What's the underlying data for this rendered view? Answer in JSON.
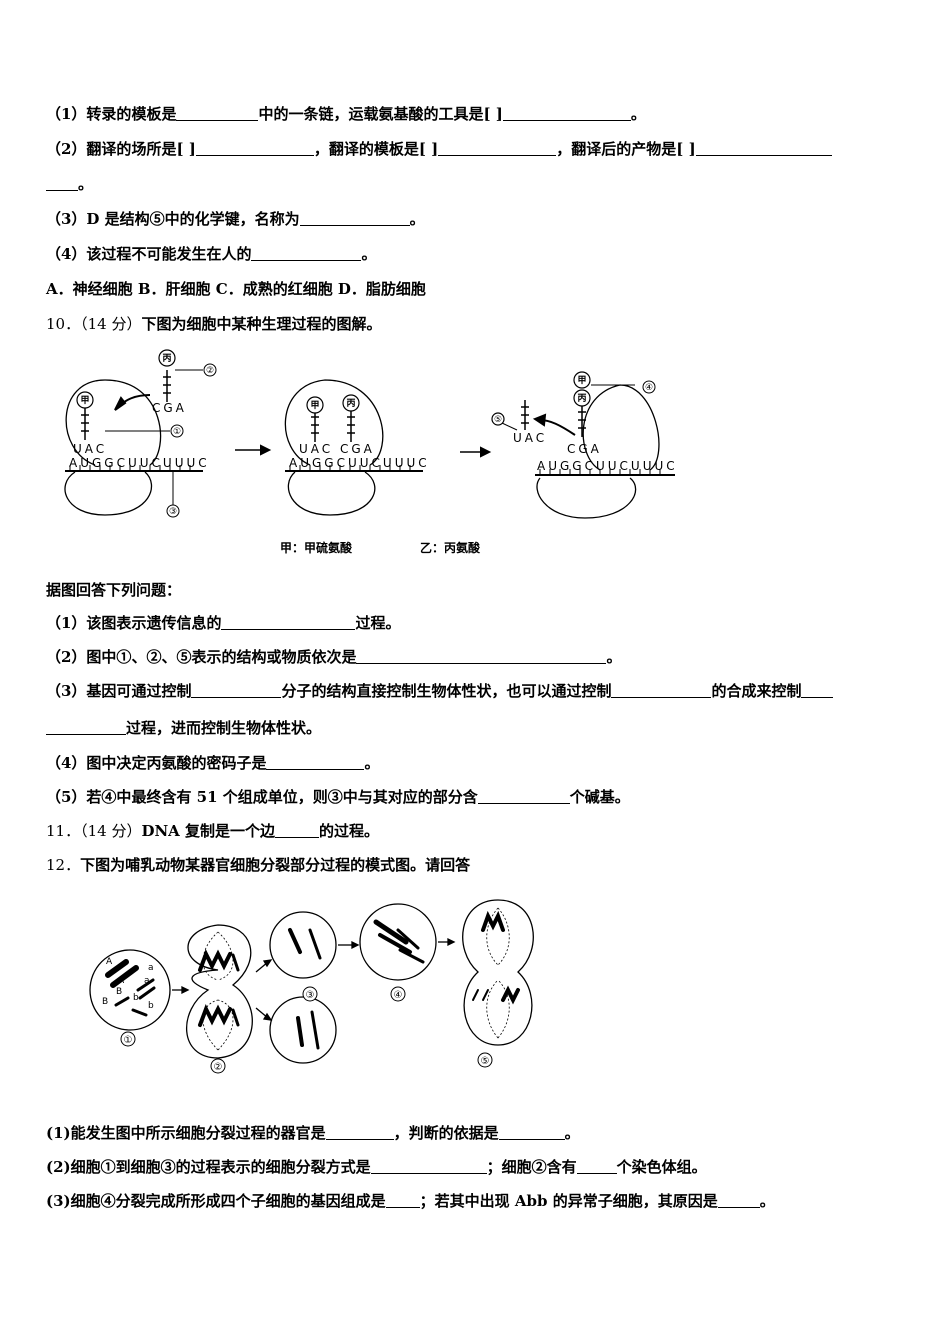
{
  "q9": {
    "s1_a": "（1）转录的模板是",
    "s1_b": "中的一条链，运载氨基酸的工具是[  ]",
    "s1_c": "。",
    "s2_a": "（2）翻译的场所是[    ]",
    "s2_b": "，翻译的模板是[    ]",
    "s2_c": "，翻译后的产物是[    ]",
    "s2_d": "。",
    "s3_a": "（3）D 是结构⑤中的化学键，名称为",
    "s3_b": "。",
    "s4_a": "（4）该过程不可能发生在人的",
    "s4_b": "。",
    "options": "A．神经细胞   B．肝细胞   C．成熟的红细胞   D．脂肪细胞"
  },
  "q10": {
    "num": "10．（14 分）",
    "title": "下图为细胞中某种生理过程的图解。",
    "fig": {
      "label1": "①",
      "label2": "②",
      "label3": "③",
      "label4": "④",
      "label5": "⑤",
      "jia": "甲",
      "bing": "丙",
      "codon_cga": "CGA",
      "codon_uac": "UAC",
      "mrna": "AUGGCUUCUUUC",
      "caption_jia": "甲：甲硫氨酸",
      "caption_yi": "乙：丙氨酸"
    },
    "intro": "据图回答下列问题：",
    "s1_a": "（1）该图表示遗传信息的",
    "s1_b": "过程。",
    "s2_a": "（2）图中①、②、⑤表示的结构或物质依次是",
    "s2_b": "。",
    "s3_a": "（3）基因可通过控制",
    "s3_b": "分子的结构直接控制生物体性状，也可以通过控制",
    "s3_c": "的合成来控制",
    "s3_d": "过程，进而控制生物体性状。",
    "s4_a": "（4）图中决定丙氨酸的密码子是",
    "s4_b": "。",
    "s5_a": "（5）若④中最终含有 51 个组成单位，则③中与其对应的部分含",
    "s5_b": "个碱基。"
  },
  "q11": {
    "num": "11．（14 分）",
    "a": "DNA 复制是一个边",
    "b": "的过程。"
  },
  "q12": {
    "num": "12．",
    "title": "下图为哺乳动物某器官细胞分裂部分过程的模式图。请回答",
    "fig": {
      "c1": "①",
      "c2": "②",
      "c3": "③",
      "c4": "④",
      "c5": "⑤",
      "A": "A",
      "a": "a",
      "B": "B",
      "b": "b"
    },
    "s1_a": "(1)能发生图中所示细胞分裂过程的器官是",
    "s1_b": "，判断的依据是",
    "s1_c": "。",
    "s2_a": "(2)细胞①到细胞③的过程表示的细胞分裂方式是",
    "s2_b": "；细胞②含有",
    "s2_c": "个染色体组。",
    "s3_a": "(3)细胞④分裂完成所形成四个子细胞的基因组成是",
    "s3_b": "；若其中出现 Abb 的异常子细胞，其原因是",
    "s3_c": "。"
  }
}
